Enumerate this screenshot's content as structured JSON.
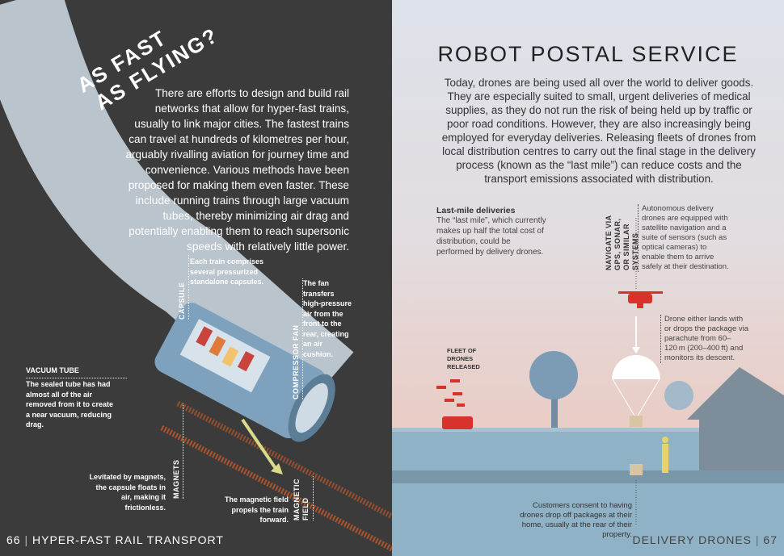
{
  "left_page": {
    "headline_line1": "AS FAST",
    "headline_line2": "AS FLYING?",
    "intro": "There are efforts to design and build rail networks that allow for hyper-fast trains, usually to link major cities. The fastest trains can travel at hundreds of kilometres per hour, arguably rivalling aviation for journey time and convenience. Various methods have been proposed for making them even faster. These include running trains through large vacuum tubes, thereby minimizing air drag and potentially enabling them to reach supersonic speeds with relatively little power.",
    "capsule": {
      "label": "CAPSULE",
      "text": "Each train comprises several pressurized standalone capsules."
    },
    "compressor_fan": {
      "label": "COMPRESSOR FAN",
      "text": "The fan transfers high-pressure air from the front to the rear, creating an air cushion."
    },
    "vacuum_tube": {
      "label": "VACUUM TUBE",
      "text": "The sealed tube has had almost all of the air removed from it to create a near vacuum, reducing drag."
    },
    "magnets": {
      "label": "MAGNETS",
      "text": "Levitated by magnets, the capsule floats in air, making it frictionless."
    },
    "magnetic_field": {
      "label": "MAGNETIC FIELD",
      "text": "The magnetic field propels the train forward."
    },
    "footer": {
      "page_number": "66",
      "section": "HYPER-FAST RAIL TRANSPORT"
    }
  },
  "right_page": {
    "title": "ROBOT POSTAL SERVICE",
    "intro": "Today, drones are being used all over the world to deliver goods. They are especially suited to small, urgent deliveries of medical supplies, as they do not run the risk of being held up by traffic or poor road conditions. However, they are also increasingly being employed for everyday deliveries. Releasing fleets of drones from local distribution centres to carry out the final stage in the delivery process (known as the “last mile”) can reduce costs and the transport emissions associated with distribution.",
    "last_mile": {
      "heading": "Last-mile deliveries",
      "text": "The “last mile”, which currently makes up half the total cost of distribution, could be performed by delivery drones."
    },
    "navigate": {
      "label": "NAVIGATE VIA GPS, SONAR, OR SIMILAR SYSTEMS",
      "text": "Autonomous delivery drones are equipped with satellite navigation and a suite of sensors (such as optical cameras) to enable them to arrive safely at their destination."
    },
    "drop": {
      "text": "Drone either lands with or drops the package via parachute from 60–120 m (200–400 ft) and monitors its descent."
    },
    "fleet": {
      "label": "FLEET OF DRONES RELEASED"
    },
    "customers": {
      "text": "Customers consent to having drones drop off packages at their home, usually at the rear of their property."
    },
    "footer": {
      "section": "DELIVERY DRONES",
      "page_number": "67"
    }
  },
  "colors": {
    "dark_bg": "#3b3b3b",
    "drone_red": "#d8322a",
    "water": "#8fb2c6"
  }
}
